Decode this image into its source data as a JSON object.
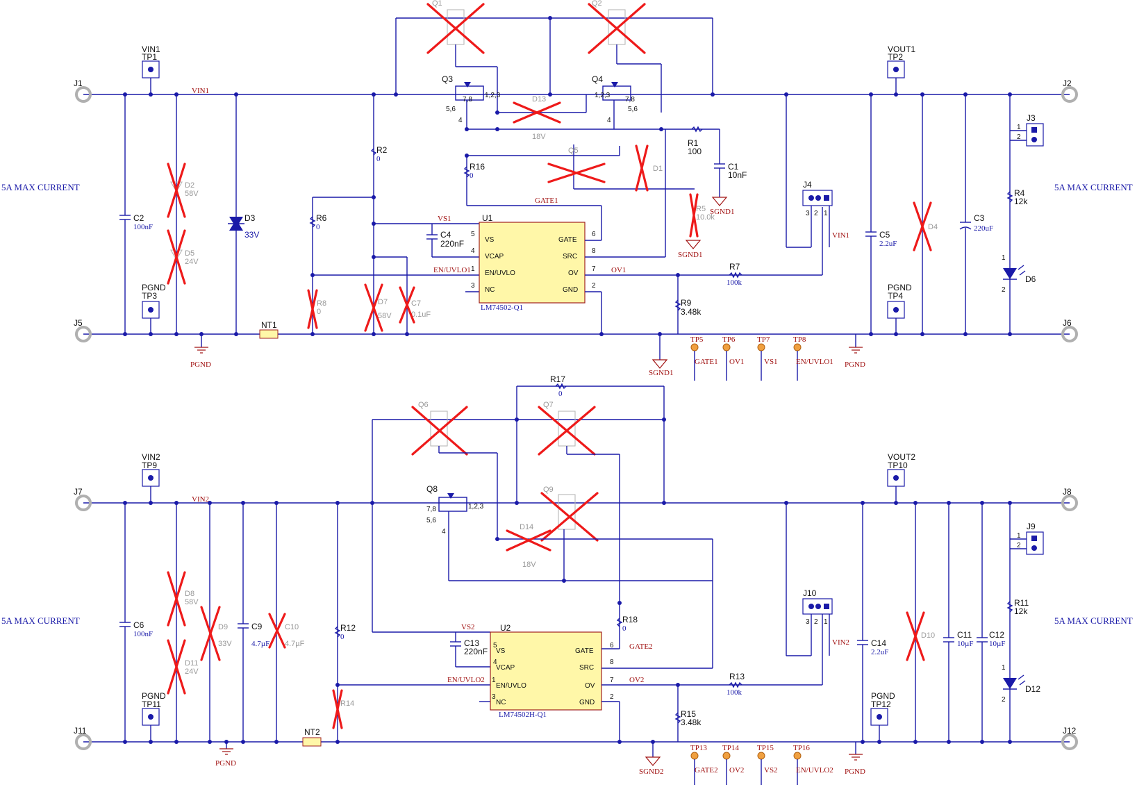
{
  "current_label": "5A MAX CURRENT",
  "top": {
    "connectors": {
      "j1": "J1",
      "j2": "J2",
      "j5": "J5",
      "j6": "J6",
      "j3": "J3",
      "j4": "J4"
    },
    "testpoints": {
      "tp1_net": "VIN1",
      "tp1": "TP1",
      "tp2_net": "VOUT1",
      "tp2": "TP2",
      "tp3_net": "PGND",
      "tp3": "TP3",
      "tp4_net": "PGND",
      "tp4": "TP4",
      "tp5": "TP5",
      "tp5_net": "GATE1",
      "tp6": "TP6",
      "tp6_net": "OV1",
      "tp7": "TP7",
      "tp7_net": "VS1",
      "tp8": "TP8",
      "tp8_net": "EN/UVLO1"
    },
    "nets": {
      "vin": "VIN1",
      "vs": "VS1",
      "gate": "GATE1",
      "en": "EN/UVLO1",
      "ov": "OV1",
      "j4_vin": "VIN1"
    },
    "grounds": {
      "pgnd_left": "PGND",
      "pgnd_right": "PGND",
      "sgnd_c1": "SGND1",
      "sgnd_r5": "SGND1",
      "sgnd_main": "SGND1"
    },
    "parts": {
      "c2": "C2",
      "c2v": "100nF",
      "d2": "D2",
      "d2v": "58V",
      "d5": "D5",
      "d5v": "24V",
      "d3": "D3",
      "d3v": "33V",
      "nt1": "NT1",
      "r2": "R2",
      "r2v": "0",
      "r6": "R6",
      "r6v": "0",
      "r16": "R16",
      "r16v": "0",
      "r8": "R8",
      "r8v": "0",
      "d7": "D7",
      "d7v": "58V",
      "c7": "C7",
      "c7v": "0.1uF",
      "c4": "C4",
      "c4v": "220nF",
      "q1": "Q1",
      "q2": "Q2",
      "q3": "Q3",
      "q4": "Q4",
      "q5": "Q5",
      "d13": "D13",
      "d13v": "18V",
      "d1": "D1",
      "r1": "R1",
      "r1v": "100",
      "c1": "C1",
      "c1v": "10nF",
      "r5": "R5",
      "r5v": "10.0k",
      "r7": "R7",
      "r7v": "100k",
      "r9": "R9",
      "r9v": "3.48k",
      "c5": "C5",
      "c5v": "2.2uF",
      "d4": "D4",
      "c3": "C3",
      "c3v": "220uF",
      "r4": "R4",
      "r4v": "12k",
      "d6": "D6",
      "u1": "U1",
      "u1_part": "LM74502-Q1"
    },
    "pins": {
      "p5": "5",
      "p4": "4",
      "p1": "1",
      "p3": "3",
      "p6": "6",
      "p8": "8",
      "p7": "7",
      "p2": "2"
    },
    "ic_pins": {
      "vs": "VS",
      "vcap": "VCAP",
      "en": "EN/UVLO",
      "nc": "NC",
      "gate": "GATE",
      "src": "SRC",
      "ov": "OV",
      "gnd": "GND"
    }
  },
  "bottom": {
    "connectors": {
      "j7": "J7",
      "j8": "J8",
      "j11": "J11",
      "j12": "J12",
      "j9": "J9",
      "j10": "J10"
    },
    "testpoints": {
      "tp9_net": "VIN2",
      "tp9": "TP9",
      "tp10_net": "VOUT2",
      "tp10": "TP10",
      "tp11_net": "PGND",
      "tp11": "TP11",
      "tp12_net": "PGND",
      "tp12": "TP12",
      "tp13": "TP13",
      "tp13_net": "GATE2",
      "tp14": "TP14",
      "tp14_net": "OV2",
      "tp15": "TP15",
      "tp15_net": "VS2",
      "tp16": "TP16",
      "tp16_net": "EN/UVLO2"
    },
    "nets": {
      "vin": "VIN2",
      "vs": "VS2",
      "gate": "GATE2",
      "en": "EN/UVLO2",
      "ov": "OV2",
      "j10_vin": "VIN2"
    },
    "grounds": {
      "pgnd_left": "PGND",
      "pgnd_right": "PGND",
      "sgnd_main": "SGND2"
    },
    "parts": {
      "c6": "C6",
      "c6v": "100nF",
      "d8": "D8",
      "d8v": "58V",
      "d11": "D11",
      "d11v": "24V",
      "d9": "D9",
      "d9v": "33V",
      "c9": "C9",
      "c9v": "4.7µF",
      "c10": "C10",
      "c10v": "4.7µF",
      "r12": "R12",
      "r12v": "0",
      "r14": "R14",
      "nt2": "NT2",
      "r17": "R17",
      "r17v": "0",
      "q6": "Q6",
      "q7": "Q7",
      "q8": "Q8",
      "q9": "Q9",
      "d14": "D14",
      "d14v": "18V",
      "r18": "R18",
      "r18v": "0",
      "c13": "C13",
      "c13v": "220nF",
      "r13": "R13",
      "r13v": "100k",
      "r15": "R15",
      "r15v": "3.48k",
      "c14": "C14",
      "c14v": "2.2uF",
      "d10": "D10",
      "c11": "C11",
      "c11v": "10µF",
      "c12": "C12",
      "c12v": "10µF",
      "r11": "R11",
      "r11v": "12k",
      "d12": "D12",
      "u2": "U2",
      "u2_part": "LM74502H-Q1"
    },
    "pins": {
      "p5": "5",
      "p4": "4",
      "p1": "1",
      "p3": "3",
      "p6": "6",
      "p8": "8",
      "p7": "7",
      "p2": "2"
    },
    "ic_pins": {
      "vs": "VS",
      "vcap": "VCAP",
      "en": "EN/UVLO",
      "nc": "NC",
      "gate": "GATE",
      "src": "SRC",
      "ov": "OV",
      "gnd": "GND"
    }
  },
  "mosfet_pins": {
    "a": "7,8",
    "b": "5,6",
    "c": "1,2,3",
    "d": "4"
  },
  "conn_pins": {
    "p1": "1",
    "p2": "2",
    "p3": "3"
  }
}
